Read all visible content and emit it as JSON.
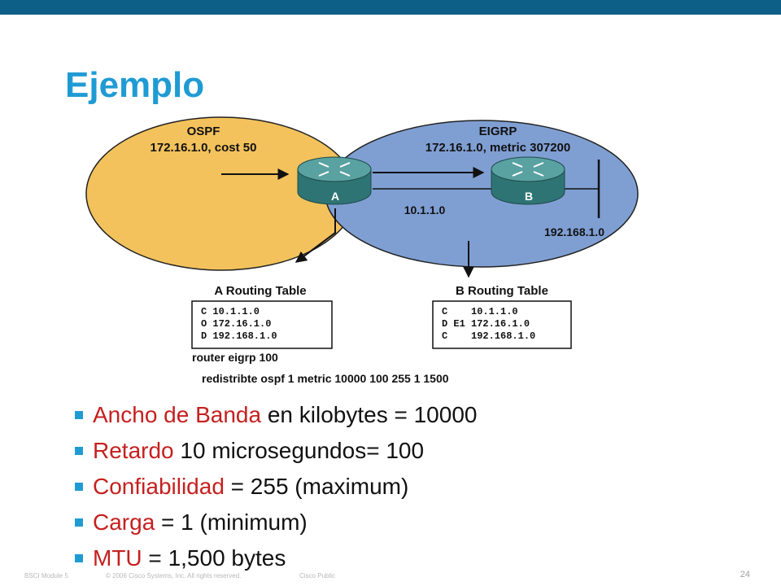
{
  "slide": {
    "title": "Ejemplo",
    "page_number": "24"
  },
  "colors": {
    "top_bar": "#0e5f88",
    "title": "#1f9bd4",
    "ospf_area": "#f3c25c",
    "eigrp_area": "#7f9fd3",
    "router": "#3f8a8a",
    "term": "#c5201f"
  },
  "diagram": {
    "ospf": {
      "name": "OSPF",
      "route": "172.16.1.0, cost 50"
    },
    "eigrp": {
      "name": "EIGRP",
      "route": "172.16.1.0, metric 307200"
    },
    "router_a": "A",
    "router_b": "B",
    "link_network": "10.1.1.0",
    "lan_network": "192.168.1.0",
    "table_a": {
      "title": "A Routing Table",
      "rows": [
        "C 10.1.1.0",
        "O 172.16.1.0",
        "D 192.168.1.0"
      ]
    },
    "table_b": {
      "title": "B Routing Table",
      "rows": [
        "C    10.1.1.0",
        "D E1 172.16.1.0",
        "C    192.168.1.0"
      ]
    },
    "config_line_1": "router eigrp 100",
    "config_line_2": "redistribte ospf 1 metric 10000 100 255 1 1500"
  },
  "bullets": [
    {
      "term": "Ancho de Banda",
      "text": " en kilobytes = 10000"
    },
    {
      "term": "Retardo",
      "text": " 10 microsegundos= 100"
    },
    {
      "term": "Confiabilidad",
      "text": " = 255 (maximum)"
    },
    {
      "term": "Carga",
      "text": " = 1 (minimum)"
    },
    {
      "term": "MTU",
      "text": " = 1,500 bytes"
    }
  ],
  "footer": {
    "module": "BSCI Module 5",
    "copyright": "© 2006 Cisco Systems, Inc. All rights reserved.",
    "classification": "Cisco Public"
  }
}
